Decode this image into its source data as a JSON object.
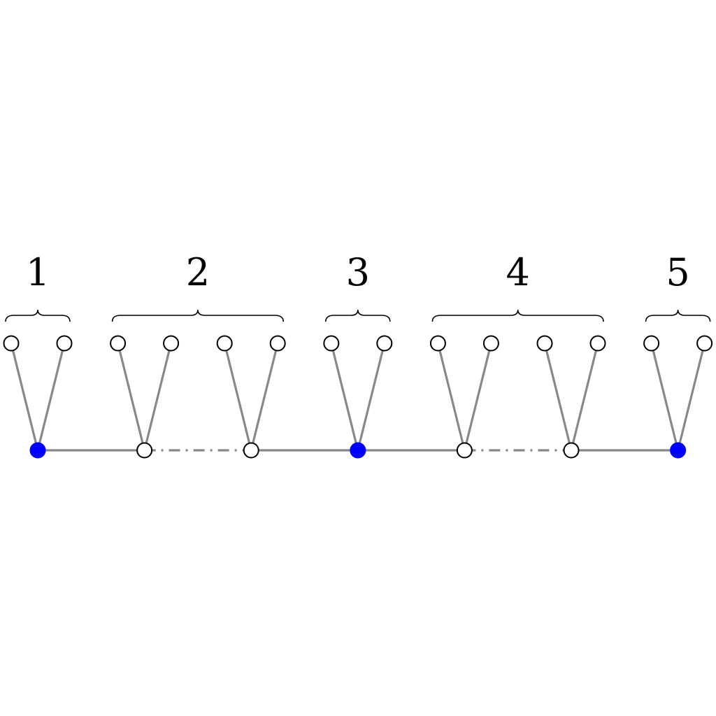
{
  "diagram": {
    "groups": [
      {
        "label": "1",
        "spine": [
          "blue"
        ]
      },
      {
        "label": "2",
        "spine": [
          "white",
          "white"
        ],
        "gap": "dash-dot"
      },
      {
        "label": "3",
        "spine": [
          "blue"
        ]
      },
      {
        "label": "4",
        "spine": [
          "white",
          "white"
        ],
        "gap": "dash-dot"
      },
      {
        "label": "5",
        "spine": [
          "blue"
        ]
      }
    ],
    "leaves_per_spine_node": 2,
    "colors": {
      "edge": "#888888",
      "highlight_node": "#0000ff",
      "plain_node_fill": "#ffffff",
      "node_stroke": "#000000",
      "label": "#000000"
    }
  }
}
